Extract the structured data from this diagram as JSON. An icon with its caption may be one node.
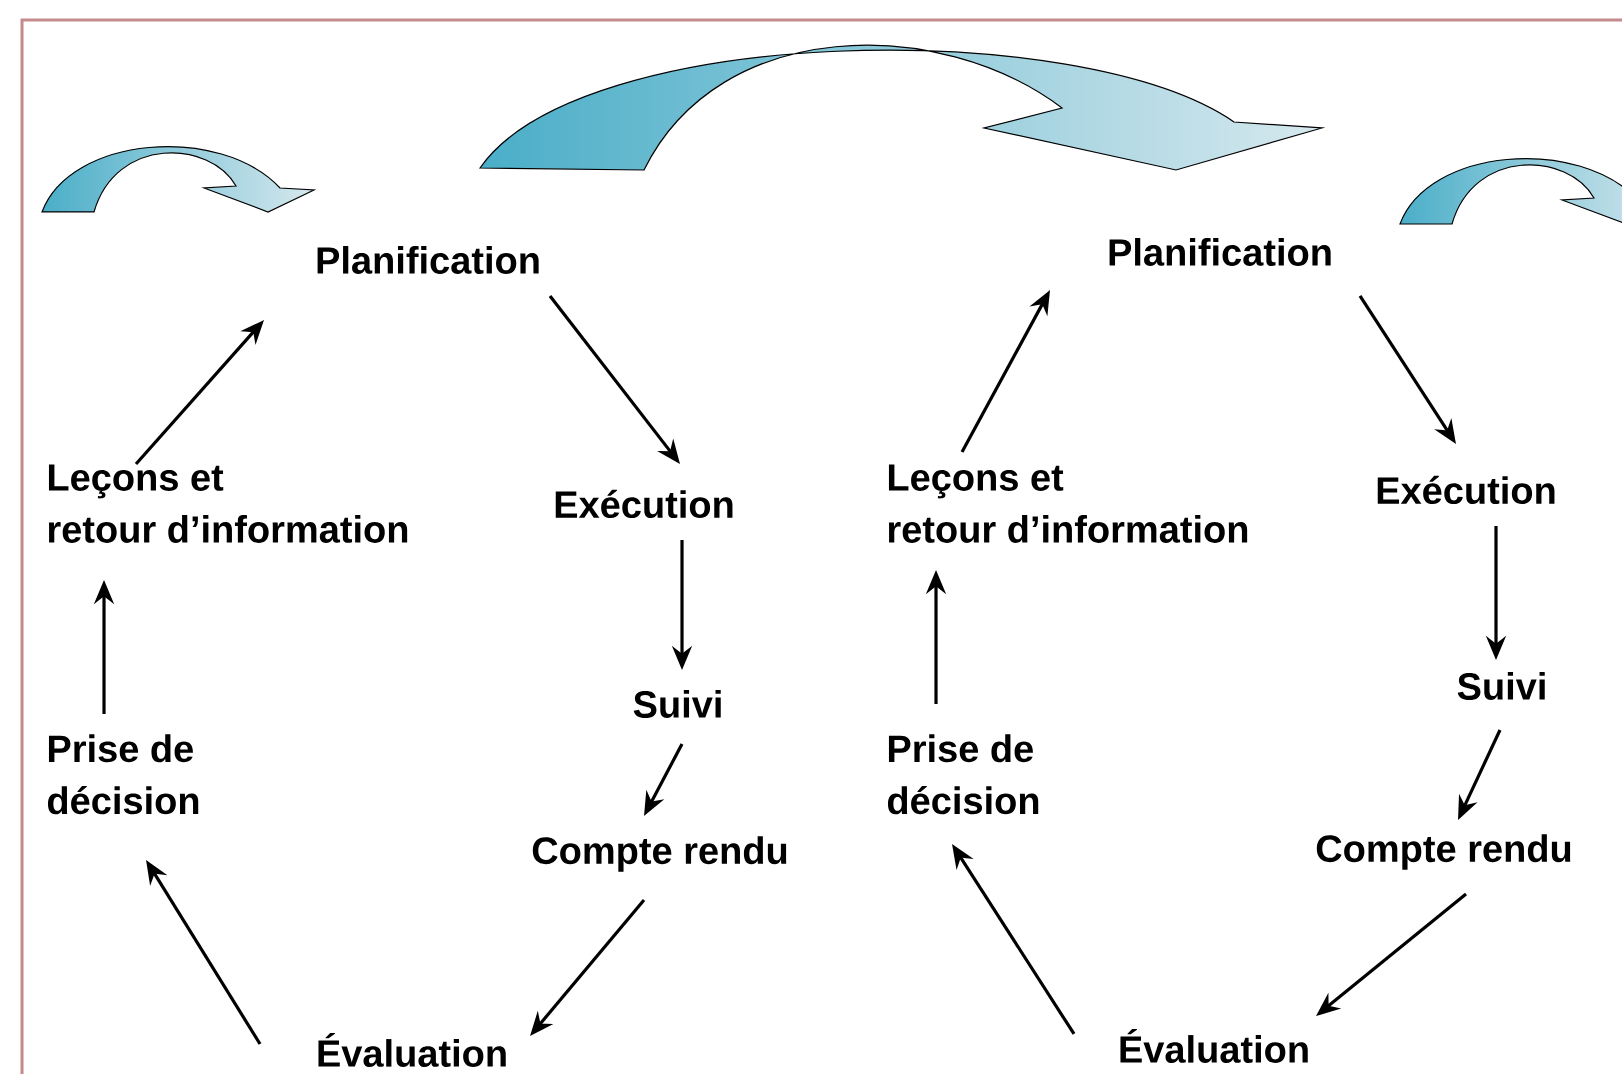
{
  "diagram": {
    "nodes": [
      {
        "text": [
          "Planification"
        ]
      },
      {
        "text": [
          "Exécution"
        ]
      },
      {
        "text": [
          "Suivi"
        ]
      },
      {
        "text": [
          "Compte rendu"
        ]
      },
      {
        "text": [
          "Évaluation"
        ]
      },
      {
        "text": [
          "Prise de décision"
        ]
      },
      {
        "text": [
          "Leçons et retour d’information"
        ]
      },
      {
        "text": [
          "Planification"
        ]
      },
      {
        "text": [
          "Exécution"
        ]
      },
      {
        "text": [
          "Suivi"
        ]
      },
      {
        "text": [
          "Compte rendu"
        ]
      },
      {
        "text": [
          "Évaluation"
        ]
      },
      {
        "text": [
          "Prise de décision"
        ]
      },
      {
        "text": [
          "Leçons et retour d’information"
        ]
      }
    ],
    "edges": [
      {
        "from": 0,
        "to": 1,
        "arrow": "to"
      },
      {
        "from": 1,
        "to": 2,
        "arrow": "to"
      },
      {
        "from": 2,
        "to": 3,
        "arrow": "to"
      },
      {
        "from": 3,
        "to": 4,
        "arrow": "to"
      },
      {
        "from": 4,
        "to": 5,
        "arrow": "to"
      },
      {
        "from": 5,
        "to": 6,
        "arrow": "to"
      },
      {
        "from": 6,
        "to": 0,
        "arrow": "to"
      },
      {
        "from": 7,
        "to": 8,
        "arrow": "to"
      },
      {
        "from": 8,
        "to": 9,
        "arrow": "to"
      },
      {
        "from": 9,
        "to": 10,
        "arrow": "to"
      },
      {
        "from": 10,
        "to": 11,
        "arrow": "to"
      },
      {
        "from": 11,
        "to": 12,
        "arrow": "to"
      },
      {
        "from": 12,
        "to": 13,
        "arrow": "to"
      },
      {
        "from": 13,
        "to": 7,
        "arrow": "to"
      }
    ]
  }
}
